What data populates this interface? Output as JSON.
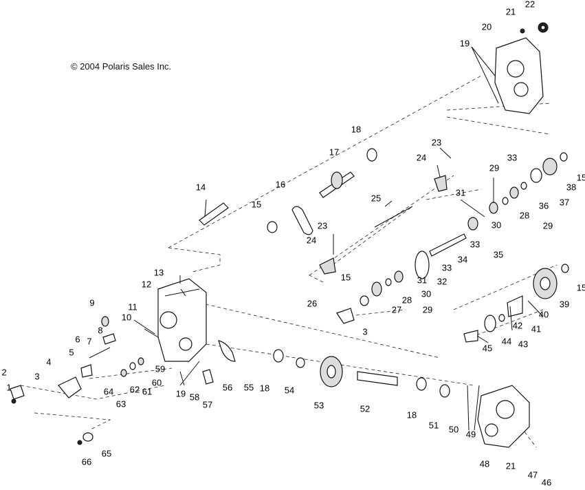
{
  "copyright": "© 2004 Polaris Sales Inc.",
  "callouts": [
    "1",
    "2",
    "3",
    "3",
    "4",
    "5",
    "6",
    "7",
    "8",
    "9",
    "10",
    "11",
    "12",
    "13",
    "14",
    "15",
    "15",
    "15",
    "15",
    "16",
    "17",
    "18",
    "18",
    "18",
    "19",
    "19",
    "20",
    "21",
    "21",
    "22",
    "23",
    "23",
    "24",
    "24",
    "25",
    "26",
    "27",
    "28",
    "28",
    "29",
    "29",
    "29",
    "30",
    "30",
    "31",
    "31",
    "32",
    "33",
    "33",
    "33",
    "34",
    "35",
    "36",
    "37",
    "38",
    "39",
    "40",
    "41",
    "42",
    "43",
    "44",
    "45",
    "46",
    "47",
    "48",
    "49",
    "50",
    "51",
    "52",
    "53",
    "54",
    "55",
    "56",
    "57",
    "58",
    "59",
    "60",
    "61",
    "62",
    "63",
    "64",
    "65",
    "66"
  ]
}
